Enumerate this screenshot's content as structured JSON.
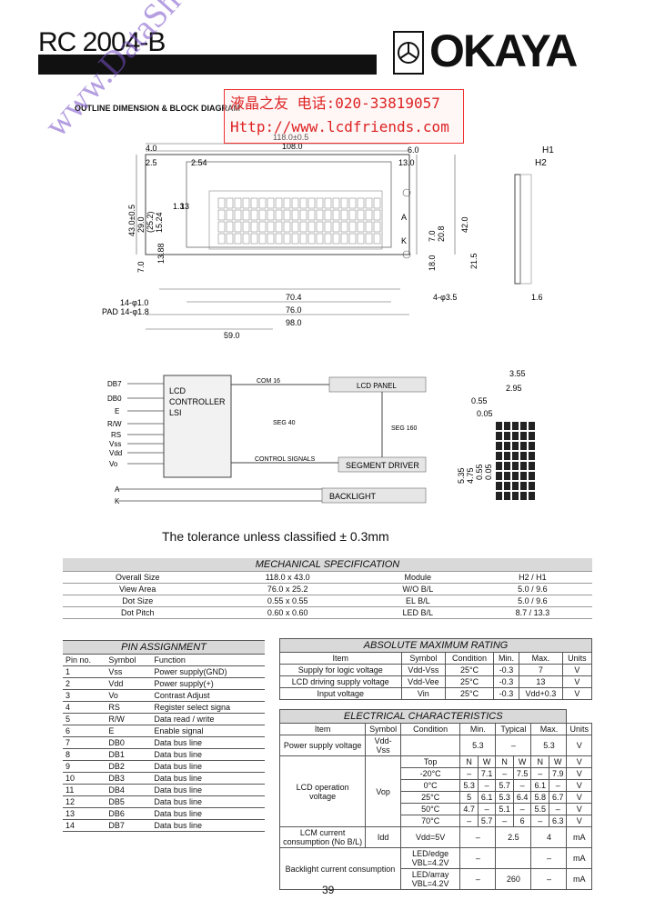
{
  "header": {
    "title": "RC 2004-B",
    "brand": "OKAYA"
  },
  "stamp": {
    "line1": "液晶之友 电话:020-33819057",
    "line2": "Http://www.lcdfriends.com"
  },
  "watermark": "www.DataSheet4U.com",
  "outline": {
    "title": "OUTLINE DIMENSION & BLOCK DIAGRAM",
    "dims": {
      "d1": "118.0±0.5",
      "d2": "108.0",
      "d3": "4.0",
      "d4": "2.5",
      "d5": "2.54",
      "d6": "6.0",
      "d7": "13.0",
      "d8": "H1",
      "d9": "H2",
      "d10": "43.0±0.5",
      "d11": "29.0",
      "d12": "15.24",
      "d13": "(25.2)",
      "d14": "1.3",
      "d15": "13",
      "d16": "13.88",
      "d17": "7.0",
      "d18": "7.0",
      "d19": "20.8",
      "d20": "42.0",
      "d21": "18.0",
      "d22": "21.5",
      "d23": "70.4",
      "d24": "76.0",
      "d25": "98.0",
      "d26": "59.0",
      "d27": "4-φ3.5",
      "d28": "1.6",
      "d29": "14-φ1.0",
      "d30": "PAD 14-φ1.8",
      "d31": "A",
      "d32": "K"
    }
  },
  "block": {
    "pins": [
      "DB7",
      "DB0",
      "E",
      "R/W",
      "RS",
      "Vss",
      "Vdd",
      "Vo",
      "A",
      "K"
    ],
    "lcd": "LCD",
    "controller": "CONTROLLER",
    "lsi": "LSI",
    "com": "COM 16",
    "lcd_panel": "LCD PANEL",
    "seg40": "SEG 40",
    "seg160": "SEG 160",
    "control": "CONTROL SIGNALS",
    "seg_driver": "SEGMENT DRIVER",
    "backlight": "BACKLIGHT"
  },
  "dot": {
    "a": "3.55",
    "b": "2.95",
    "c": "0.55",
    "d": "0.05",
    "e": "5.35",
    "f": "4.75",
    "g": "0.55",
    "h": "0.05"
  },
  "tolerance": "The tolerance unless classified ± 0.3mm",
  "mech": {
    "title": "MECHANICAL SPECIFICATION",
    "rows": [
      [
        "Overall Size",
        "118.0 x 43.0",
        "Module",
        "H2 / H1"
      ],
      [
        "View Area",
        "76.0 x 25.2",
        "W/O B/L",
        "5.0 / 9.6"
      ],
      [
        "Dot Size",
        "0.55 x 0.55",
        "EL B/L",
        "5.0 / 9.6"
      ],
      [
        "Dot Pitch",
        "0.60 x 0.60",
        "LED B/L",
        "8.7 / 13.3"
      ]
    ]
  },
  "pins": {
    "title": "PIN ASSIGNMENT",
    "head": [
      "Pin no.",
      "Symbol",
      "Function"
    ],
    "rows": [
      [
        "1",
        "Vss",
        "Power supply(GND)"
      ],
      [
        "2",
        "Vdd",
        "Power supply(+)"
      ],
      [
        "3",
        "Vo",
        "Contrast Adjust"
      ],
      [
        "4",
        "RS",
        "Register select signa"
      ],
      [
        "5",
        "R/W",
        "Data read / write"
      ],
      [
        "6",
        "E",
        "Enable signal"
      ],
      [
        "7",
        "DB0",
        "Data bus line"
      ],
      [
        "8",
        "DB1",
        "Data bus line"
      ],
      [
        "9",
        "DB2",
        "Data bus line"
      ],
      [
        "10",
        "DB3",
        "Data bus line"
      ],
      [
        "11",
        "DB4",
        "Data bus line"
      ],
      [
        "12",
        "DB5",
        "Data bus line"
      ],
      [
        "13",
        "DB6",
        "Data bus line"
      ],
      [
        "14",
        "DB7",
        "Data bus line"
      ]
    ]
  },
  "amr": {
    "title": "ABSOLUTE MAXIMUM RATING",
    "head": [
      "Item",
      "Symbol",
      "Condition",
      "Min.",
      "Max.",
      "Units"
    ],
    "rows": [
      [
        "Supply for logic voltage",
        "Vdd-Vss",
        "25°C",
        "-0.3",
        "7",
        "V"
      ],
      [
        "LCD driving supply voltage",
        "Vdd-Vee",
        "25°C",
        "-0.3",
        "13",
        "V"
      ],
      [
        "Input voltage",
        "Vin",
        "25°C",
        "-0.3",
        "Vdd+0.3",
        "V"
      ]
    ]
  },
  "ec": {
    "title": "ELECTRICAL CHARACTERISTICS",
    "head": [
      "Item",
      "Symbol",
      "Condition",
      "Min.",
      "Typical",
      "Max.",
      "Units"
    ],
    "psv": [
      "Power supply voltage",
      "Vdd-Vss",
      "",
      "5.3",
      "–",
      "5.3",
      "V"
    ],
    "top": [
      "Top",
      "N",
      "W",
      "N",
      "W",
      "N",
      "W",
      "V"
    ],
    "lcd_label": "LCD operation voltage",
    "lcd_sym": "Vop",
    "lcd_rows": [
      [
        "-20°C",
        "–",
        "7.1",
        "–",
        "7.5",
        "–",
        "7.9",
        "V"
      ],
      [
        "0°C",
        "5.3",
        "–",
        "5.7",
        "–",
        "6.1",
        "–",
        "V"
      ],
      [
        "25°C",
        "5",
        "6.1",
        "5.3",
        "6.4",
        "5.8",
        "6.7",
        "V"
      ],
      [
        "50°C",
        "4.7",
        "–",
        "5.1",
        "–",
        "5.5",
        "–",
        "V"
      ],
      [
        "70°C",
        "–",
        "5.7",
        "–",
        "6",
        "–",
        "6.3",
        "V"
      ]
    ],
    "lcm": [
      "LCM current consumption (No B/L)",
      "Idd",
      "Vdd=5V",
      "–",
      "2.5",
      "4",
      "mA"
    ],
    "bl_label": "Backlight current consumption",
    "bl_rows": [
      [
        "LED/edge VBL=4.2V",
        "–",
        "",
        "–",
        "mA"
      ],
      [
        "LED/array VBL=4.2V",
        "–",
        "260",
        "–",
        "mA"
      ]
    ]
  },
  "page": "39"
}
